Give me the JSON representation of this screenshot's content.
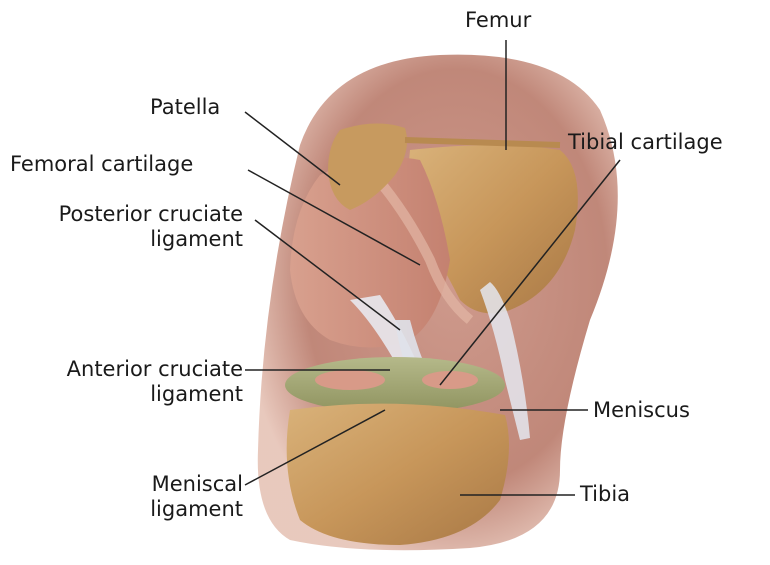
{
  "labels": {
    "femur": "Femur",
    "patella": "Patella",
    "femoral_cartilage": "Femoral cartilage",
    "tibial_cartilage": "Tibial cartilage",
    "posterior_cruciate_1": "Posterior cruciate",
    "posterior_cruciate_2": "ligament",
    "anterior_cruciate_1": "Anterior cruciate",
    "anterior_cruciate_2": "ligament",
    "meniscus": "Meniscus",
    "meniscal_ligament_1": "Meniscal",
    "meniscal_ligament_2": "ligament",
    "tibia": "Tibia"
  }
}
